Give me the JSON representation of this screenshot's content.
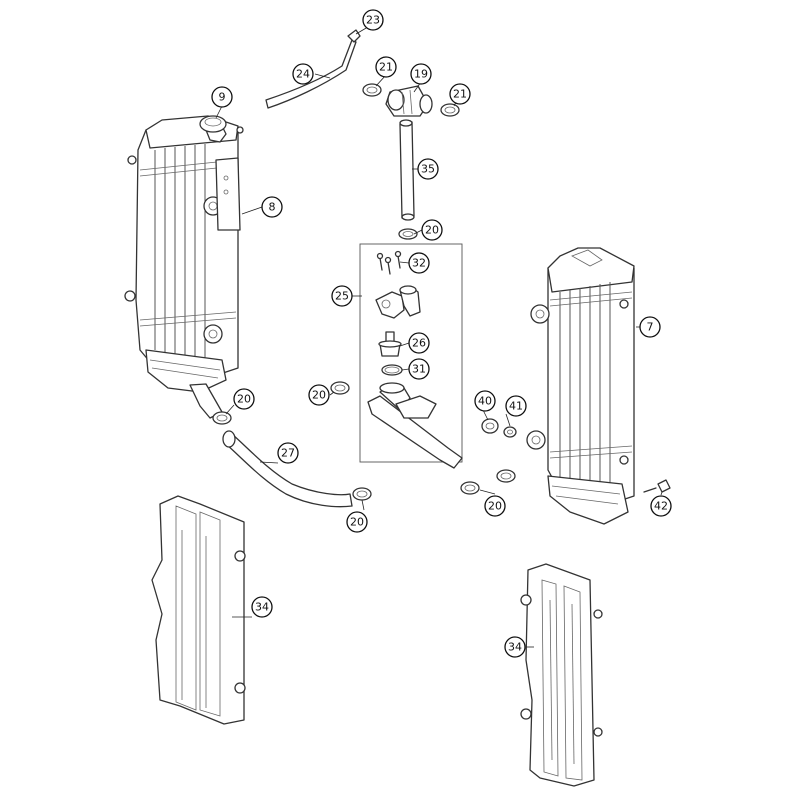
{
  "callouts": [
    {
      "id": "c23",
      "label": "23"
    },
    {
      "id": "c24",
      "label": "24"
    },
    {
      "id": "c21a",
      "label": "21"
    },
    {
      "id": "c19",
      "label": "19"
    },
    {
      "id": "c21b",
      "label": "21"
    },
    {
      "id": "c9",
      "label": "9"
    },
    {
      "id": "c35",
      "label": "35"
    },
    {
      "id": "c8",
      "label": "8"
    },
    {
      "id": "c20a",
      "label": "20"
    },
    {
      "id": "c32",
      "label": "32"
    },
    {
      "id": "c25",
      "label": "25"
    },
    {
      "id": "c7",
      "label": "7"
    },
    {
      "id": "c26",
      "label": "26"
    },
    {
      "id": "c31",
      "label": "31"
    },
    {
      "id": "c20b",
      "label": "20"
    },
    {
      "id": "c20c",
      "label": "20"
    },
    {
      "id": "c40",
      "label": "40"
    },
    {
      "id": "c41",
      "label": "41"
    },
    {
      "id": "c27",
      "label": "27"
    },
    {
      "id": "c20d",
      "label": "20"
    },
    {
      "id": "c20e",
      "label": "20"
    },
    {
      "id": "c42",
      "label": "42"
    },
    {
      "id": "c34a",
      "label": "34"
    },
    {
      "id": "c34b",
      "label": "34"
    }
  ],
  "colors": {
    "line": "#333333",
    "background": "#ffffff"
  }
}
